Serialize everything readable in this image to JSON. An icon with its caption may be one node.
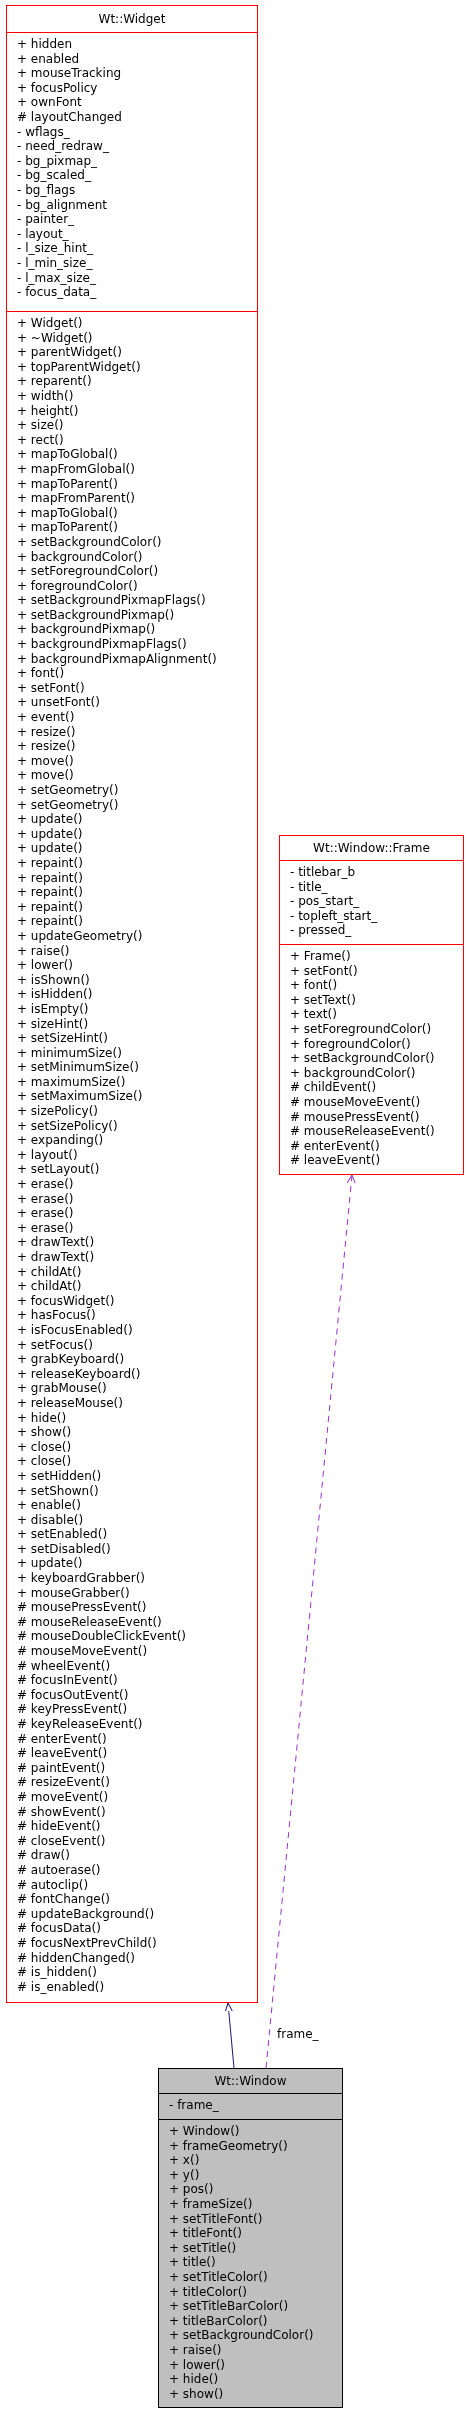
{
  "diagram": {
    "nodes": [
      {
        "text": [
          "Wt::Widget"
        ]
      },
      {
        "text": [
          "+ hidden",
          "+ enabled",
          "+ mouseTracking",
          "+ focusPolicy",
          "+ ownFont",
          "# layoutChanged",
          "- wflags_",
          "- need_redraw_",
          "- bg_pixmap_",
          "- bg_scaled_",
          "- bg_flags",
          "- bg_alignment",
          "- painter_",
          "- layout_",
          "- l_size_hint_",
          "- l_min_size_",
          "- l_max_size_",
          "- focus_data_"
        ],
        "in": 0
      },
      {
        "text": [
          "+ Widget()",
          "+ ~Widget()",
          "+ parentWidget()",
          "+ topParentWidget()",
          "+ reparent()",
          "+ width()",
          "+ height()",
          "+ size()",
          "+ rect()",
          "+ mapToGlobal()",
          "+ mapFromGlobal()",
          "+ mapToParent()",
          "+ mapFromParent()",
          "+ mapToGlobal()",
          "+ mapToParent()",
          "+ setBackgroundColor()",
          "+ backgroundColor()",
          "+ setForegroundColor()",
          "+ foregroundColor()",
          "+ setBackgroundPixmapFlags()",
          "+ setBackgroundPixmap()",
          "+ backgroundPixmap()",
          "+ backgroundPixmapFlags()",
          "+ backgroundPixmapAlignment()",
          "+ font()",
          "+ setFont()",
          "+ unsetFont()",
          "+ event()",
          "+ resize()",
          "+ resize()",
          "+ move()",
          "+ move()",
          "+ setGeometry()",
          "+ setGeometry()",
          "+ update()",
          "+ update()",
          "+ update()",
          "+ repaint()",
          "+ repaint()",
          "+ repaint()",
          "+ repaint()",
          "+ repaint()",
          "+ updateGeometry()",
          "+ raise()",
          "+ lower()",
          "+ isShown()",
          "+ isHidden()",
          "+ isEmpty()",
          "+ sizeHint()",
          "+ setSizeHint()",
          "+ minimumSize()",
          "+ setMinimumSize()",
          "+ maximumSize()",
          "+ setMaximumSize()",
          "+ sizePolicy()",
          "+ setSizePolicy()",
          "+ expanding()",
          "+ layout()",
          "+ setLayout()",
          "+ erase()",
          "+ erase()",
          "+ erase()",
          "+ erase()",
          "+ drawText()",
          "+ drawText()",
          "+ childAt()",
          "+ childAt()",
          "+ focusWidget()",
          "+ hasFocus()",
          "+ isFocusEnabled()",
          "+ setFocus()",
          "+ grabKeyboard()",
          "+ releaseKeyboard()",
          "+ grabMouse()",
          "+ releaseMouse()",
          "+ hide()",
          "+ show()",
          "+ close()",
          "+ close()",
          "+ setHidden()",
          "+ setShown()",
          "+ enable()",
          "+ disable()",
          "+ setEnabled()",
          "+ setDisabled()",
          "+ update()",
          "+ keyboardGrabber()",
          "+ mouseGrabber()",
          "# mousePressEvent()",
          "# mouseReleaseEvent()",
          "# mouseDoubleClickEvent()",
          "# mouseMoveEvent()",
          "# wheelEvent()",
          "# focusInEvent()",
          "# focusOutEvent()",
          "# keyPressEvent()",
          "# keyReleaseEvent()",
          "# enterEvent()",
          "# leaveEvent()",
          "# paintEvent()",
          "# resizeEvent()",
          "# moveEvent()",
          "# showEvent()",
          "# hideEvent()",
          "# closeEvent()",
          "# draw()",
          "# autoerase()",
          "# autoclip()",
          "# fontChange()",
          "# updateBackground()",
          "# focusData()",
          "# focusNextPrevChild()",
          "# hiddenChanged()",
          "# is_hidden()",
          "# is_enabled()"
        ],
        "in": 0
      },
      {
        "text": [
          "Wt::Window::Frame"
        ]
      },
      {
        "text": [
          "- titlebar_b",
          "- title_",
          "- pos_start_",
          "- topleft_start_",
          "- pressed_"
        ],
        "in": 3
      },
      {
        "text": [
          "+ Frame()",
          "+ setFont()",
          "+ font()",
          "+ setText()",
          "+ text()",
          "+ setForegroundColor()",
          "+ foregroundColor()",
          "+ setBackgroundColor()",
          "+ backgroundColor()",
          "# childEvent()",
          "# mouseMoveEvent()",
          "# mousePressEvent()",
          "# mouseReleaseEvent()",
          "# enterEvent()",
          "# leaveEvent()"
        ],
        "in": 3
      },
      {
        "text": [
          "Wt::Window"
        ]
      },
      {
        "text": [
          "- frame_"
        ],
        "in": 6
      },
      {
        "text": [
          "+ Window()",
          "+ frameGeometry()",
          "+ x()",
          "+ y()",
          "+ pos()",
          "+ frameSize()",
          "+ setTitleFont()",
          "+ titleFont()",
          "+ setTitle()",
          "+ title()",
          "+ setTitleColor()",
          "+ titleColor()",
          "+ setTitleBarColor()",
          "+ titleBarColor()",
          "+ setBackgroundColor()",
          "+ raise()",
          "+ lower()",
          "+ hide()",
          "+ show()"
        ],
        "in": 6
      }
    ],
    "edges": [
      {
        "from": 6,
        "to": 0,
        "arrow": "to",
        "color": "#191970"
      },
      {
        "from": 6,
        "to": 3,
        "arrow": "to",
        "style": "dashed",
        "color": "#9a32cd",
        "label": "frame_"
      }
    ]
  }
}
